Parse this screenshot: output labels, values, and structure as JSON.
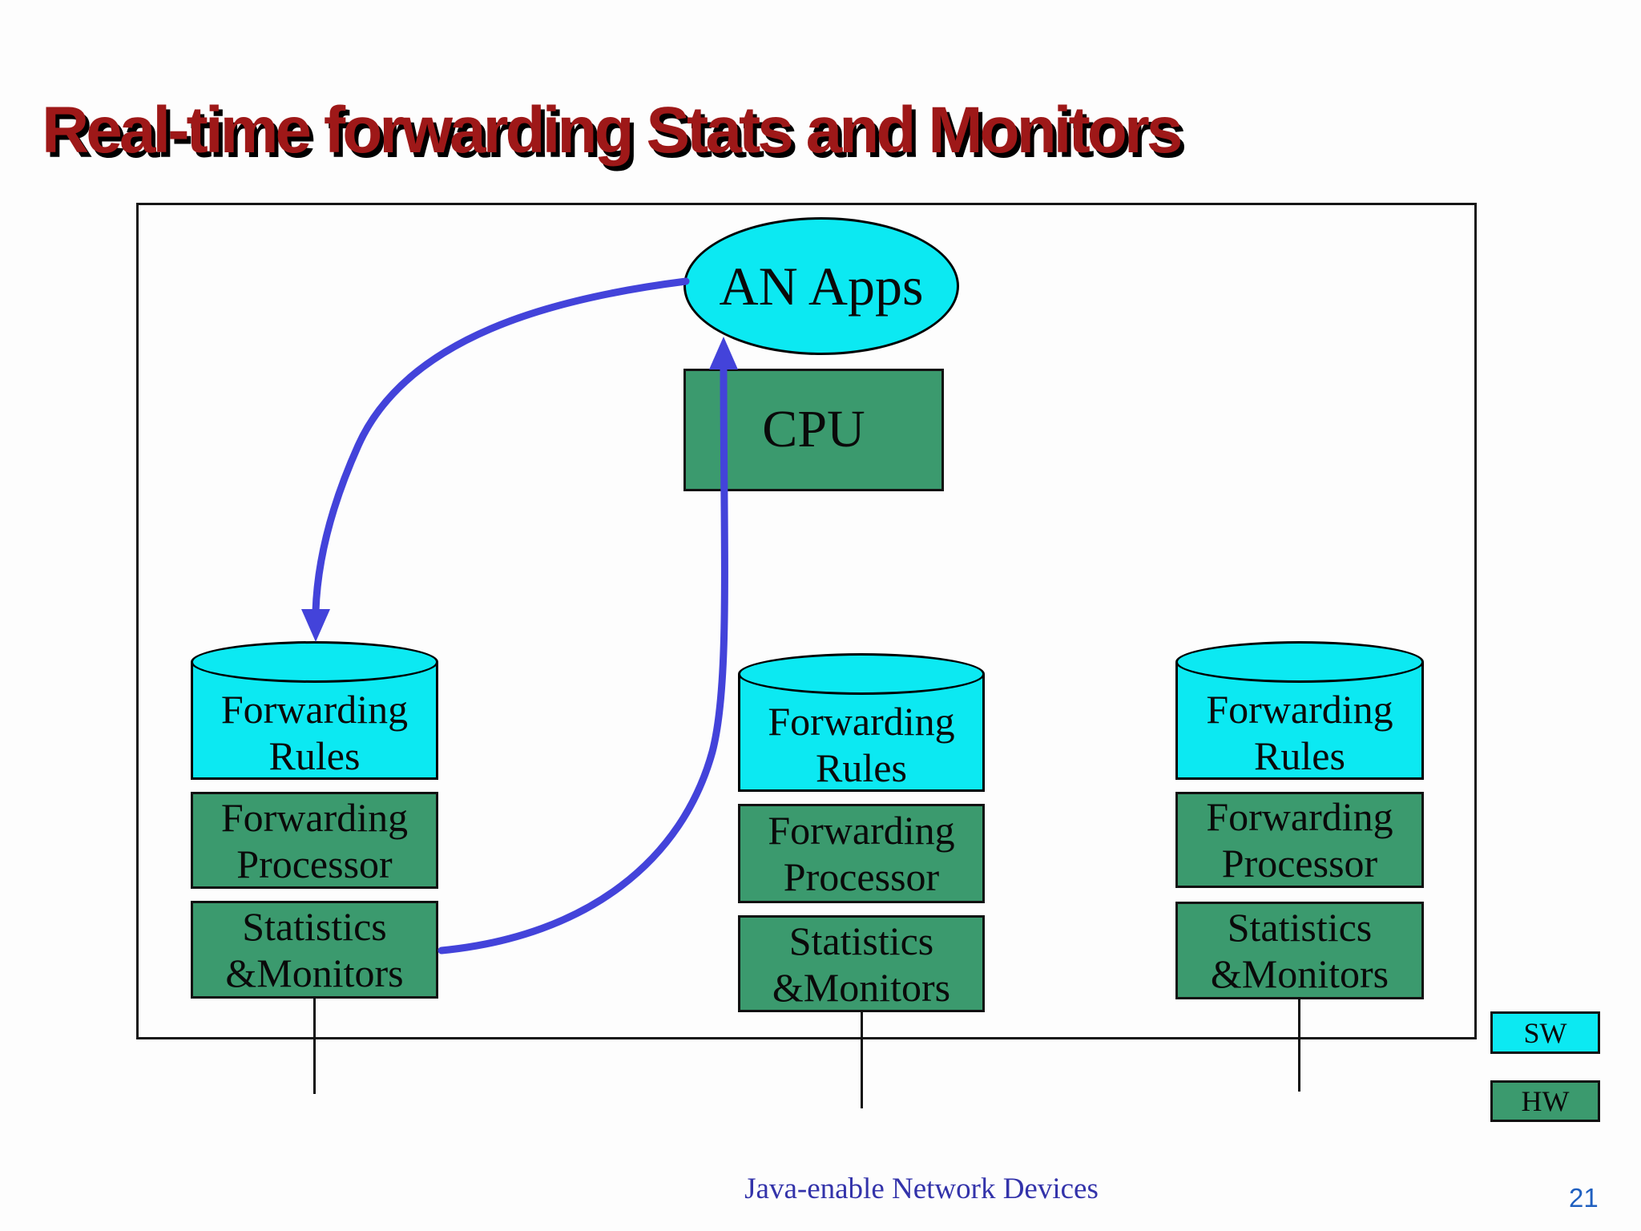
{
  "slide": {
    "title": "Real-time forwarding Stats and Monitors",
    "footer": "Java-enable Network Devices",
    "page_number": "21"
  },
  "diagram": {
    "an_apps": "AN Apps",
    "cpu": "CPU",
    "columns": [
      {
        "rules": "Forwarding Rules",
        "processor": "Forwarding Processor",
        "stats": "Statistics &Monitors"
      },
      {
        "rules": "Forwarding Rules",
        "processor": "Forwarding Processor",
        "stats": "Statistics &Monitors"
      },
      {
        "rules": "Forwarding Rules",
        "processor": "Forwarding Processor",
        "stats": "Statistics &Monitors"
      }
    ],
    "legend": {
      "sw": "SW",
      "hw": "HW"
    }
  },
  "colors": {
    "sw_cyan": "#0CE9F2",
    "hw_green": "#3B9A6E",
    "arrow_blue": "#4343DA",
    "title_red": "#9E1818",
    "footer_blue": "#3333AA",
    "page_number_blue": "#2060C0"
  }
}
